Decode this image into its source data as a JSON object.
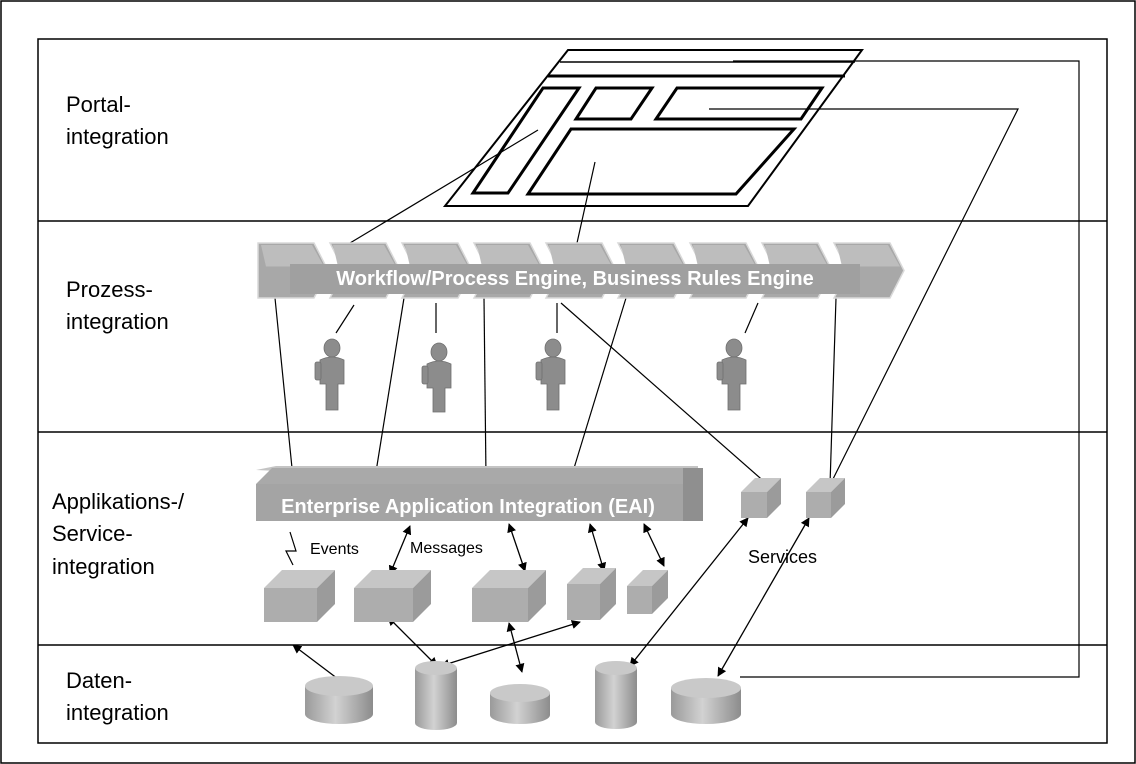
{
  "layers": [
    {
      "id": "portal",
      "line1": "Portal-",
      "line2": "integration",
      "line3": ""
    },
    {
      "id": "prozess",
      "line1": "Prozess-",
      "line2": "integration",
      "line3": ""
    },
    {
      "id": "applikation",
      "line1": "Applikations-/",
      "line2": "Service-",
      "line3": "integration"
    },
    {
      "id": "daten",
      "line1": "Daten-",
      "line2": "integration",
      "line3": ""
    }
  ],
  "process_bar": {
    "label": "Workflow/Process Engine, Business Rules Engine"
  },
  "eai_bar": {
    "label": "Enterprise Application Integration (EAI)"
  },
  "annotations": {
    "events": "Events",
    "messages": "Messages",
    "services": "Services"
  },
  "colors": {
    "frame": "#000000",
    "block_face": "#a6a6a6",
    "block_top": "#c4c4c4",
    "block_side": "#8a8a8a",
    "bar_text": "#ffffff",
    "person": "#8c8c8c"
  },
  "icons": {
    "person": "user-figure-icon",
    "database": "database-icon",
    "system": "system-block-icon",
    "portal": "portal-window-icon"
  }
}
